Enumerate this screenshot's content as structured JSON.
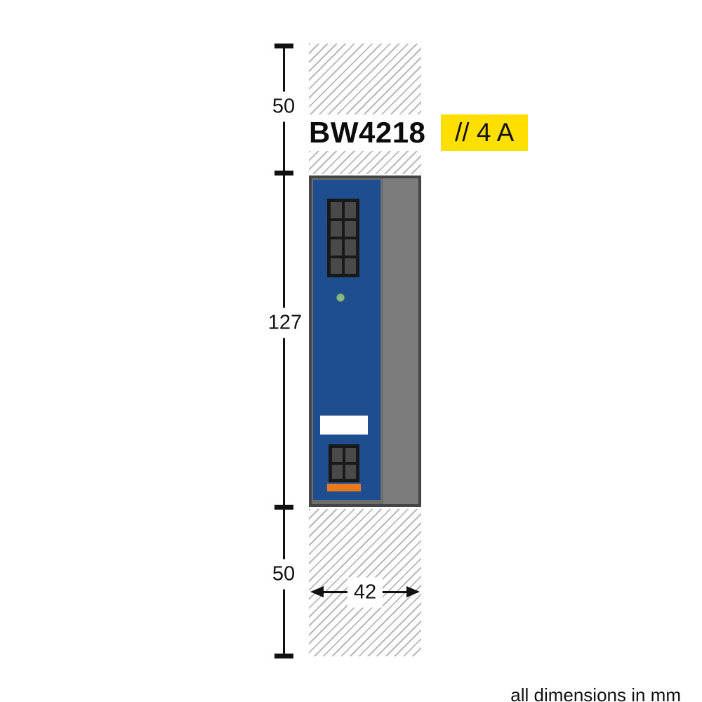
{
  "title": {
    "model": "BW4218",
    "rating": "// 4 A"
  },
  "dimensions": {
    "top_clearance": "50",
    "device_height": "127",
    "bottom_clearance": "50",
    "device_width": "42"
  },
  "footnote": "all dimensions in mm",
  "colors": {
    "panel_blue": "#1e4e8f",
    "body_gray": "#6d6d6d",
    "outline_gray": "#454545",
    "accent_orange": "#e8791d",
    "badge_yellow": "#ffdf00",
    "led_green": "#8cb98c",
    "hatch_gray": "#b9b9b9",
    "dimension_black": "#111111"
  },
  "device": {
    "top_connector_pins": 8,
    "bottom_connector_pins": 4
  }
}
